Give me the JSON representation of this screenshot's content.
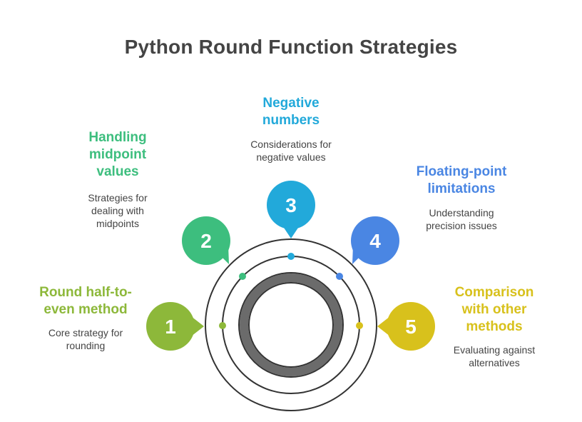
{
  "title": "Python Round Function Strategies",
  "steps": [
    {
      "number": "1",
      "title_lines": [
        "Round half-to-",
        "even method"
      ],
      "desc_lines": [
        "Core strategy for",
        "rounding"
      ],
      "color": "#8DB83A"
    },
    {
      "number": "2",
      "title_lines": [
        "Handling",
        "midpoint",
        "values"
      ],
      "desc_lines": [
        "Strategies for",
        "dealing with",
        "midpoints"
      ],
      "color": "#3DBE7E"
    },
    {
      "number": "3",
      "title_lines": [
        "Negative",
        "numbers"
      ],
      "desc_lines": [
        "Considerations for",
        "negative values"
      ],
      "color": "#22A9DA"
    },
    {
      "number": "4",
      "title_lines": [
        "Floating-point",
        "limitations"
      ],
      "desc_lines": [
        "Understanding",
        "precision issues"
      ],
      "color": "#4A86E3"
    },
    {
      "number": "5",
      "title_lines": [
        "Comparison",
        "with other",
        "methods"
      ],
      "desc_lines": [
        "Evaluating against",
        "alternatives"
      ],
      "color": "#D8C11C"
    }
  ],
  "colors": {
    "title": "#444444",
    "ring": "#333333",
    "hub": "#6B6B6B"
  }
}
